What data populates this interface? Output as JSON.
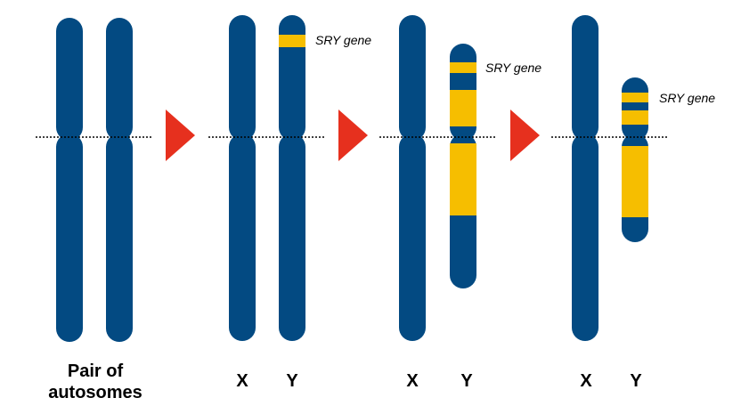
{
  "labels": {
    "autosomes_line1": "Pair of",
    "autosomes_line2": "autosomes",
    "x": "X",
    "y": "Y",
    "gene": "SRY gene"
  },
  "colors": {
    "chromosome": "#034a82",
    "band": "#f6be00",
    "arrow": "#e6301e",
    "centromere_line": "#000000"
  },
  "icons": {
    "stage_arrow": "right-pointing-triangle"
  }
}
